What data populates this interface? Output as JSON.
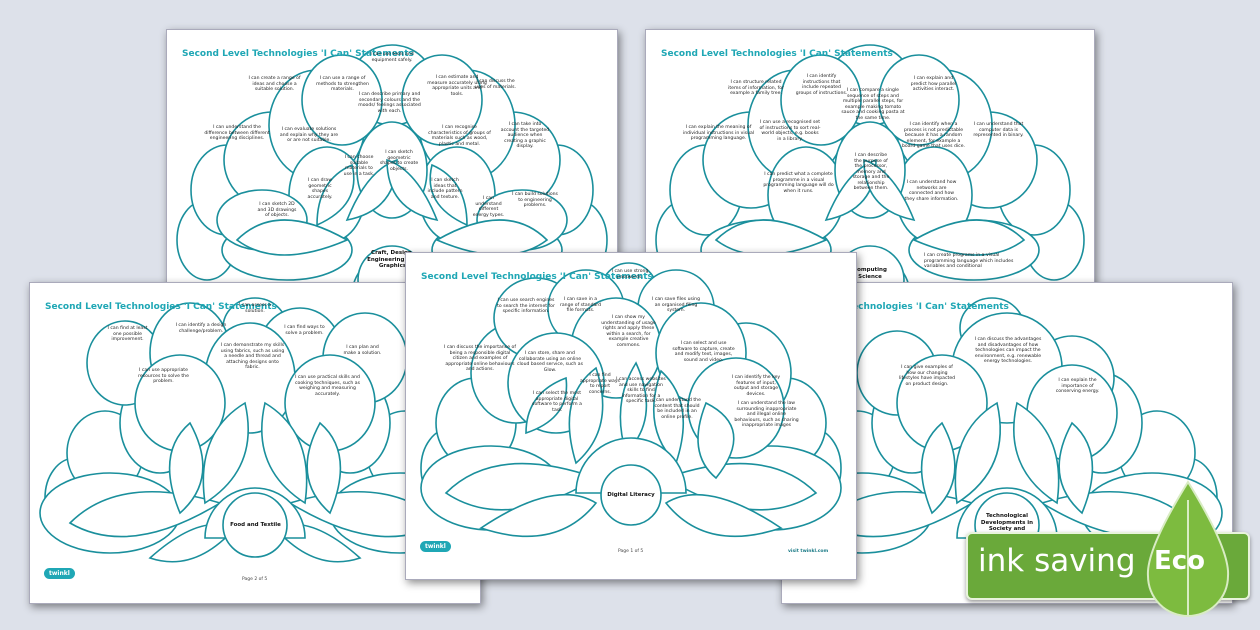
{
  "sheets": {
    "craft": {
      "title": "Second Level Technologies 'I Can' Statements",
      "center": "Craft, Design, Engineering and Graphics",
      "petals": [
        "I can use tools and equipment safely.",
        "I can create a range of ideas and choose a suitable solution.",
        "I can use a range of methods to strengthen materials.",
        "I can estimate and measure accurately using appropriate units and tools.",
        "I can discuss the uses of materials.",
        "I can understand the difference between different engineering disciplines.",
        "I can evaluate solutions and explain why they are or are not suitable.",
        "I can describe primary and secondary colours and the moods/ feelings associated with each.",
        "I can recognise characteristics of groups of materials such as wood, plastic and metal.",
        "I can take into account the targeted audience when creating a graphic display.",
        "I can choose suitable materials to use in a task.",
        "I can sketch geometric shapes to create objects.",
        "I can draw geometric shapes accurately.",
        "I can sketch ideas that include pattern and texture.",
        "I can sketch 2D and 3D drawings of objects.",
        "I can understand different energy types.",
        "I can build solutions to engineering problems."
      ]
    },
    "computing": {
      "title": "Second Level Technologies 'I Can' Statements",
      "center": "Computing Science",
      "petals": [
        "I can structure related items of information, for example a family tree.",
        "I can identify instructions that include repeated groups of instructions.",
        "I can compare a single sequence of steps and multiple parallel steps, for example making tomato sauce and cooking pasta at the same time.",
        "I can explain and predict how parallel activities interact.",
        "I can explain the meaning of individual instructions in visual programming language.",
        "I can use a recognised set of instructions to sort real-world objects, e.g. books in a library.",
        "I can identify when a process is not predictable because it has a random element, for example a board game that uses dice.",
        "I can understand that computer data is represented in binary.",
        "I can describe the purpose of the processor, memory and storage and the relationship between them.",
        "I can predict what a complete programme in a visual programming language will do when it runs.",
        "I can understand how networks are connected and how they share information.",
        "I can create programs in a visual programming language which includes variables and conditional"
      ]
    },
    "food": {
      "title": "Second Level Technologies 'I Can' Statements",
      "center": "Food and Textile",
      "page": "Page 2 of 5",
      "petals": [
        "I can assess a solution.",
        "I can find at least one possible improvement.",
        "I can identify a design challenge/problem.",
        "I can find ways to solve a problem.",
        "I can plan and make a solution.",
        "I can use appropriate resources to solve the problem.",
        "I can demonstrate my skills using fabrics, such as using a needle and thread and attaching designs onto fabric.",
        "I can use practical skills and cooking techniques, such as weighing and measuring accurately."
      ]
    },
    "digital": {
      "title": "Second Level Technologies 'I Can' Statements",
      "center": "Digital Literacy",
      "page": "Page 1 of 5",
      "petals": [
        "I can use strong passwords.",
        "I can use search engines to search the internet for specific information.",
        "I can save in a range of standard file formats.",
        "I can save files using an organised filing system.",
        "I can discuss the importance of being a responsible digital citizen and examples of appropriate online behaviours and actions.",
        "I can show my understanding of usage rights and apply these within a search, for example creative commons.",
        "I can store, share and collaborate using an online cloud based service, such as Glow.",
        "I can select and use software to capture, create and modify text, images, sound and video.",
        "I can identify the key features of input, output and storage devices.",
        "I can find appropriate ways to report concerns.",
        "I can select the most appropriate digital software to perform a task",
        "I can access websites and use navigation skills to find information for a specific task.",
        "I can understand the content that should be included in an online profile.",
        "I can understand the law surrounding inappropriate and illegal online behaviours, such as sharing inappropriate images"
      ]
    },
    "society": {
      "title": "Second Level Technologies 'I Can' Statements",
      "center": "Technological Developments in Society and",
      "petals": [
        "I can discuss the advantages and disadvantages of how technologies can impact the environment, e.g. renewable energy technologies.",
        "I can give examples of how our changing lifestyles have impacted on product design.",
        "I can explain the importance of conserving energy."
      ]
    }
  },
  "footer": {
    "logo": "twinkl",
    "site": "visit twinkl.com"
  },
  "badge": {
    "text": "ink saving",
    "eco": "Eco"
  },
  "colors": {
    "teal": "#1a8f9c",
    "title": "#1fa7b5",
    "badge": "#6aa93a"
  }
}
